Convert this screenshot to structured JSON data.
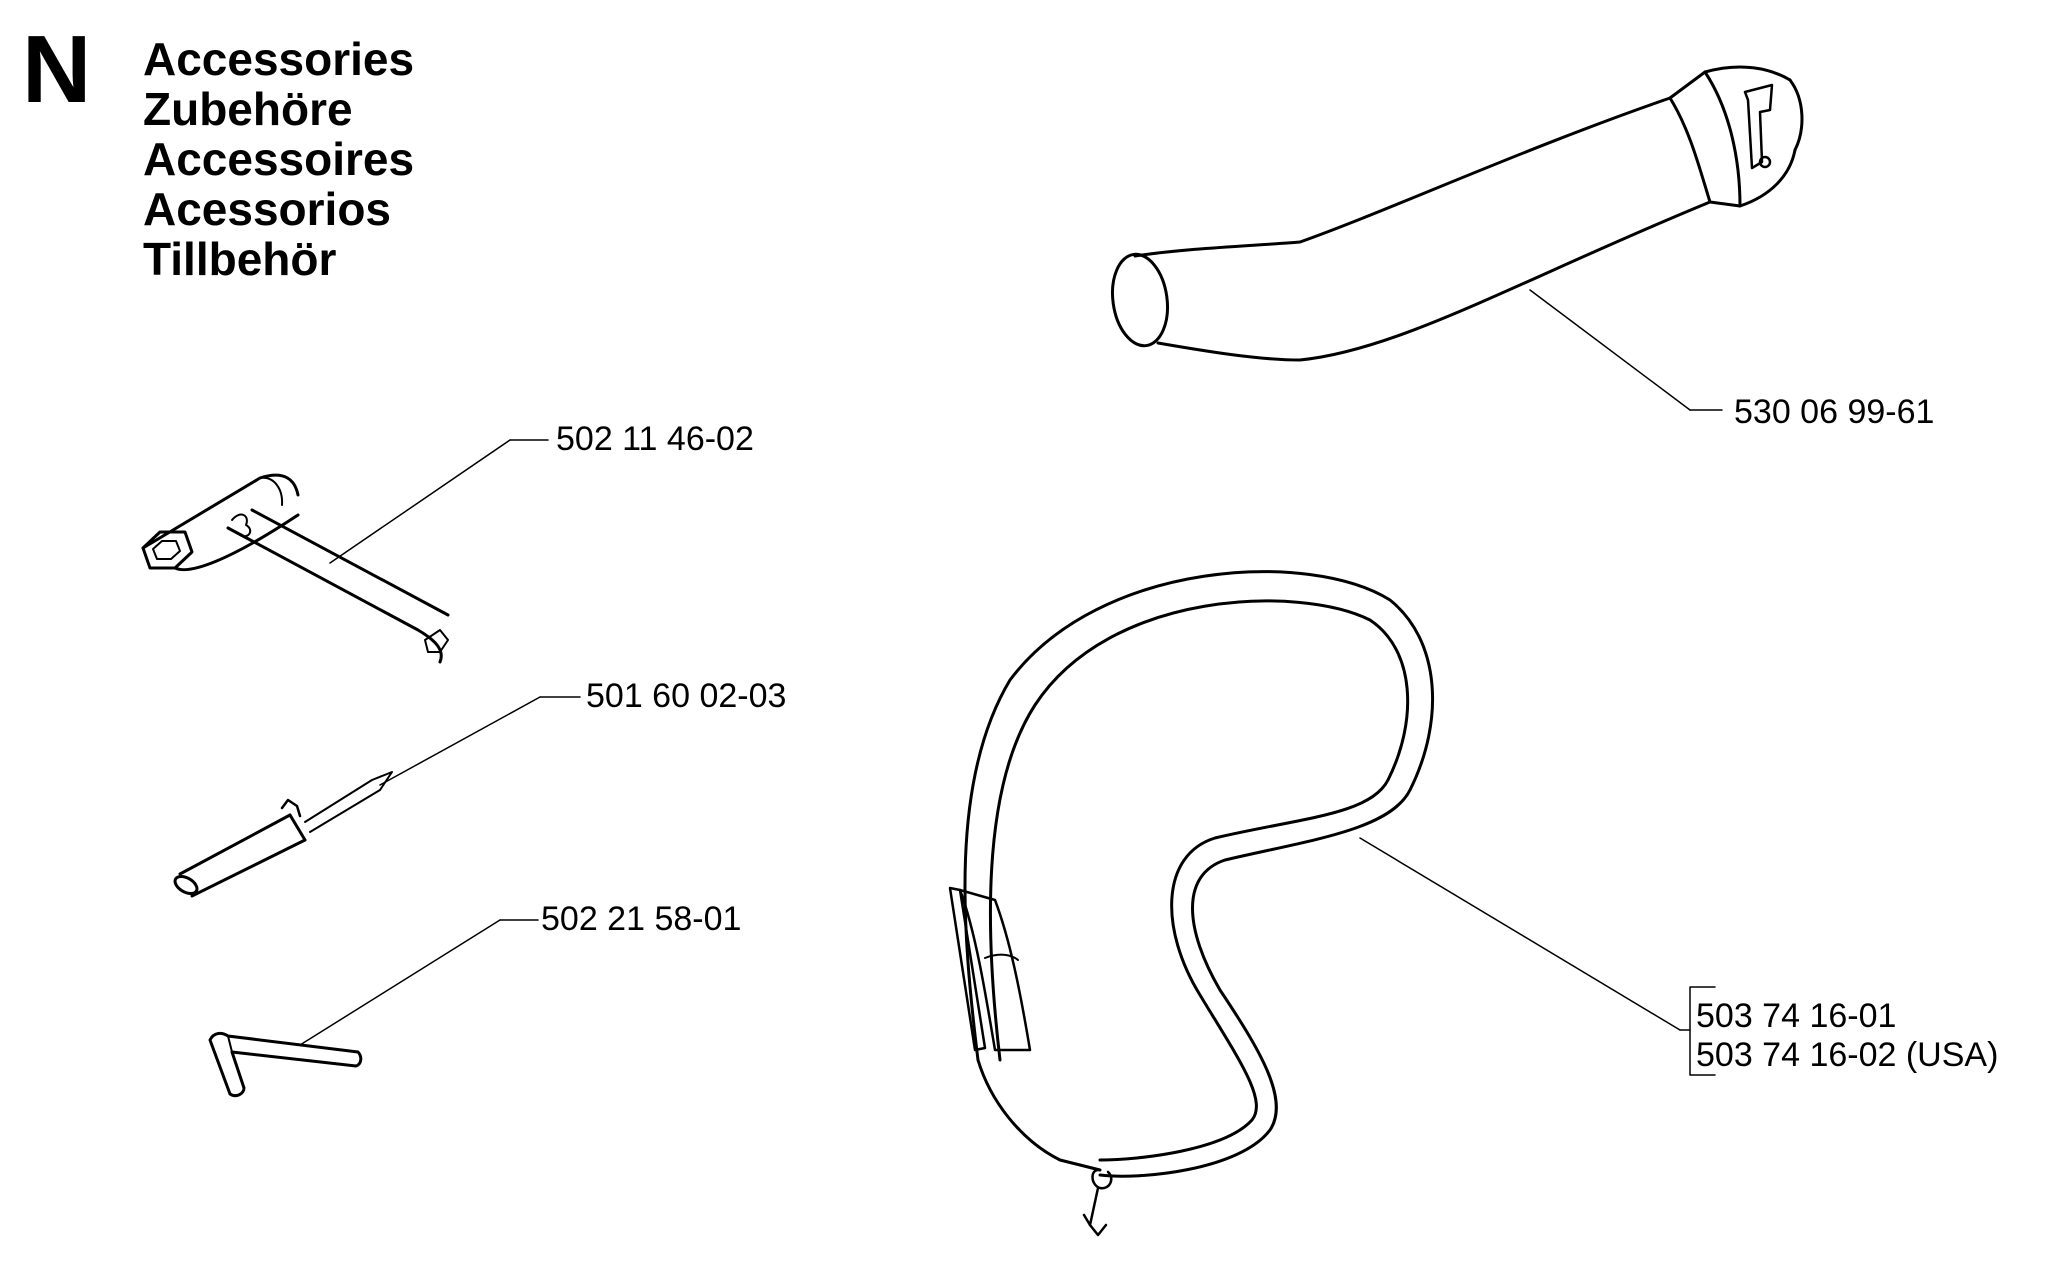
{
  "section": {
    "letter": "N"
  },
  "titles": [
    "Accessories",
    "Zubehöre",
    "Accessoires",
    "Acessorios",
    "Tillbehör"
  ],
  "parts": [
    {
      "id": "blower-tube",
      "number": "530 06 99-61"
    },
    {
      "id": "spark-plug-wrench",
      "number": "502 11 46-02"
    },
    {
      "id": "screwdriver",
      "number": "501 60 02-03"
    },
    {
      "id": "hex-key",
      "number": "502 21 58-01"
    },
    {
      "id": "harness-strap",
      "numbers": [
        "503 74 16-01",
        "503 74 16-02 (USA)"
      ]
    }
  ]
}
